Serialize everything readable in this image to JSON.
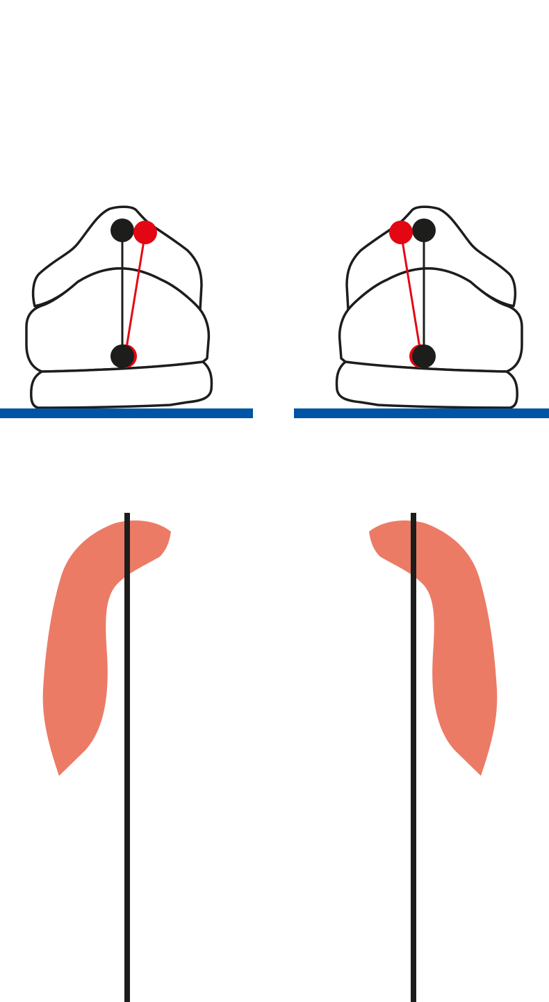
{
  "colors": {
    "outline": "#1d1d1b",
    "neutral_axis": "#1d1d1b",
    "tilted_axis": "#e30613",
    "ground": "#0054a6",
    "foot_shape": "#ec7b66",
    "background": "#ffffff"
  },
  "panels": [
    {
      "id": "left",
      "tilt_direction": "outward-right",
      "sole_shape_side": "left-of-axis"
    },
    {
      "id": "right",
      "tilt_direction": "outward-left",
      "sole_shape_side": "right-of-axis"
    }
  ]
}
